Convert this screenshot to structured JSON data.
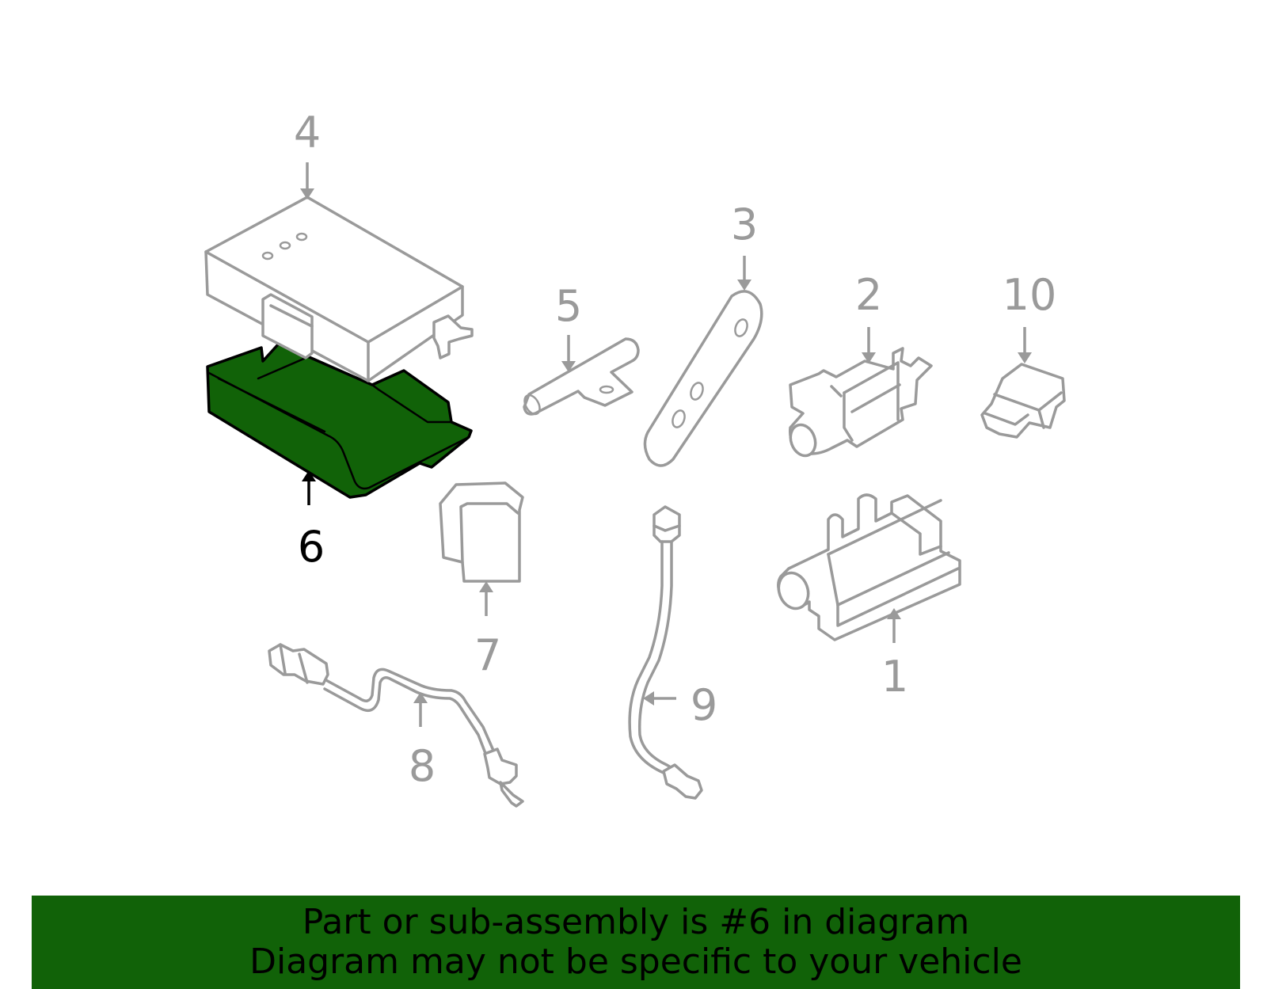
{
  "callouts": {
    "p1": "1",
    "p2": "2",
    "p3": "3",
    "p4": "4",
    "p5": "5",
    "p6": "6",
    "p7": "7",
    "p8": "8",
    "p9": "9",
    "p10": "10"
  },
  "highlighted_part": "6",
  "banner": {
    "line1": "Part or sub-assembly is #6 in diagram",
    "line2": "Diagram may not be specific to your vehicle"
  },
  "colors": {
    "highlight": "#116208",
    "banner": "#116208",
    "part_outline": "#9a9a9a",
    "highlight_outline": "#000000"
  }
}
